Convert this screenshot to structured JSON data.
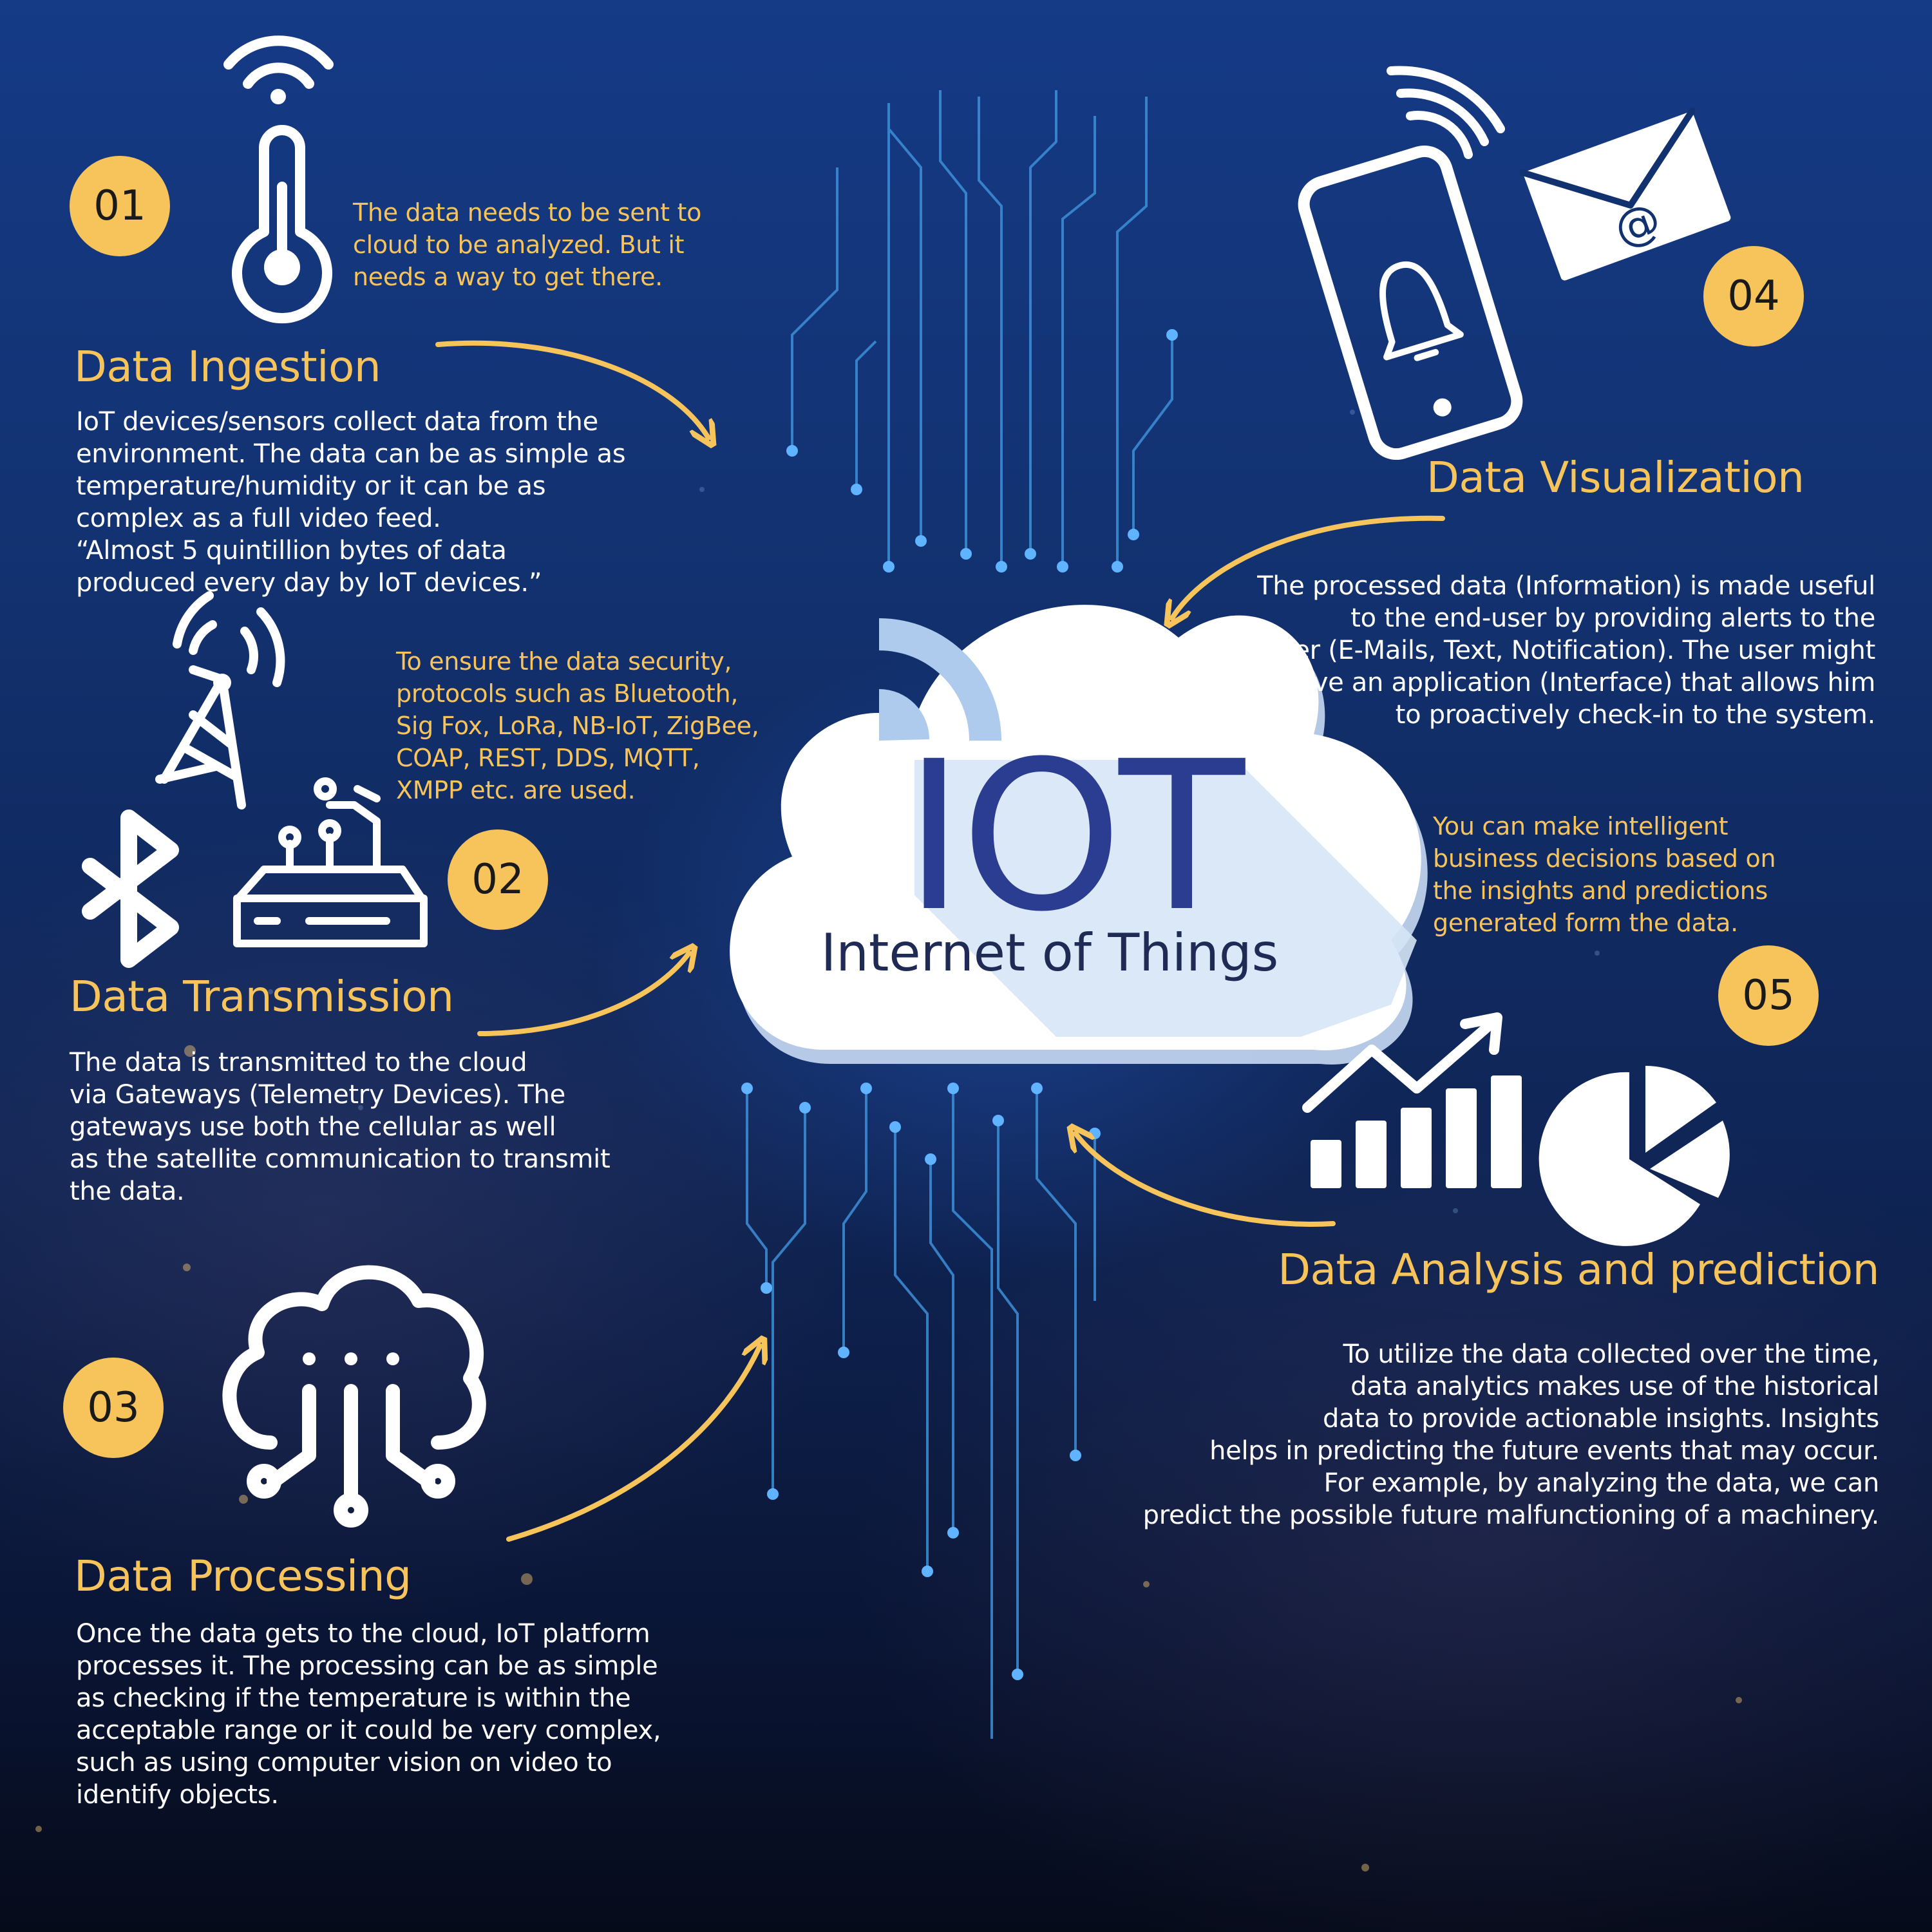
{
  "colors": {
    "accent": "#f7c35b",
    "text": "#ffffff",
    "background": "#12316f",
    "cloud": "#ffffff",
    "cloud_title": "#2a3d91",
    "circuit": "#4aa3e8"
  },
  "center": {
    "title": "IOT",
    "subtitle": "Internet of Things"
  },
  "steps": [
    {
      "number": "01",
      "heading": "Data Ingestion",
      "note": "The data needs to be sent to\ncloud to be analyzed. But it\nneeds a way to get there.",
      "body": "IoT devices/sensors collect data from the\nenvironment. The data can be as simple as\ntemperature/humidity or it can be as\ncomplex as a full video feed.\n“Almost 5 quintillion bytes of data\nproduced every day by IoT devices.”",
      "icons": [
        "wifi-icon",
        "thermometer-icon"
      ]
    },
    {
      "number": "02",
      "heading": "Data Transmission",
      "note": "To ensure the data security,\nprotocols such as Bluetooth,\nSig Fox, LoRa, NB-IoT, ZigBee,\nCOAP, REST, DDS, MQTT,\nXMPP etc. are used.",
      "body": "The data is transmitted to the cloud\nvia Gateways (Telemetry Devices). The\ngateways use both the cellular as well\nas the satellite communication to transmit\nthe data.",
      "icons": [
        "antenna-tower-icon",
        "bluetooth-icon",
        "gateway-router-icon"
      ]
    },
    {
      "number": "03",
      "heading": "Data Processing",
      "note": "",
      "body": "Once the data gets to the cloud, IoT platform\nprocesses it. The processing can be as simple\nas checking if the temperature is within the\nacceptable range or it could be very complex,\nsuch as using computer vision on video to\nidentify objects.",
      "icons": [
        "cloud-circuit-icon"
      ]
    },
    {
      "number": "04",
      "heading": "Data Visualization",
      "note": "",
      "body": "The processed data (Information) is made useful\nto the end-user by providing alerts to the\nuser (E-Mails, Text, Notification). The user might\nhave an application (Interface) that allows him\nto proactively check-in to the system.",
      "icons": [
        "smartphone-bell-icon",
        "email-envelope-icon"
      ]
    },
    {
      "number": "05",
      "heading": "Data Analysis and prediction",
      "note": "You can make intelligent\nbusiness decisions based on\nthe insights and predictions\ngenerated form the data.",
      "body": "To utilize the data collected over the time,\ndata analytics makes use of the historical\ndata to provide actionable insights. Insights\nhelps in predicting the future events that may occur.\nFor example, by analyzing the data, we can\npredict the possible future malfunctioning of a machinery.",
      "icons": [
        "bar-chart-trend-icon",
        "pie-chart-icon"
      ]
    }
  ]
}
